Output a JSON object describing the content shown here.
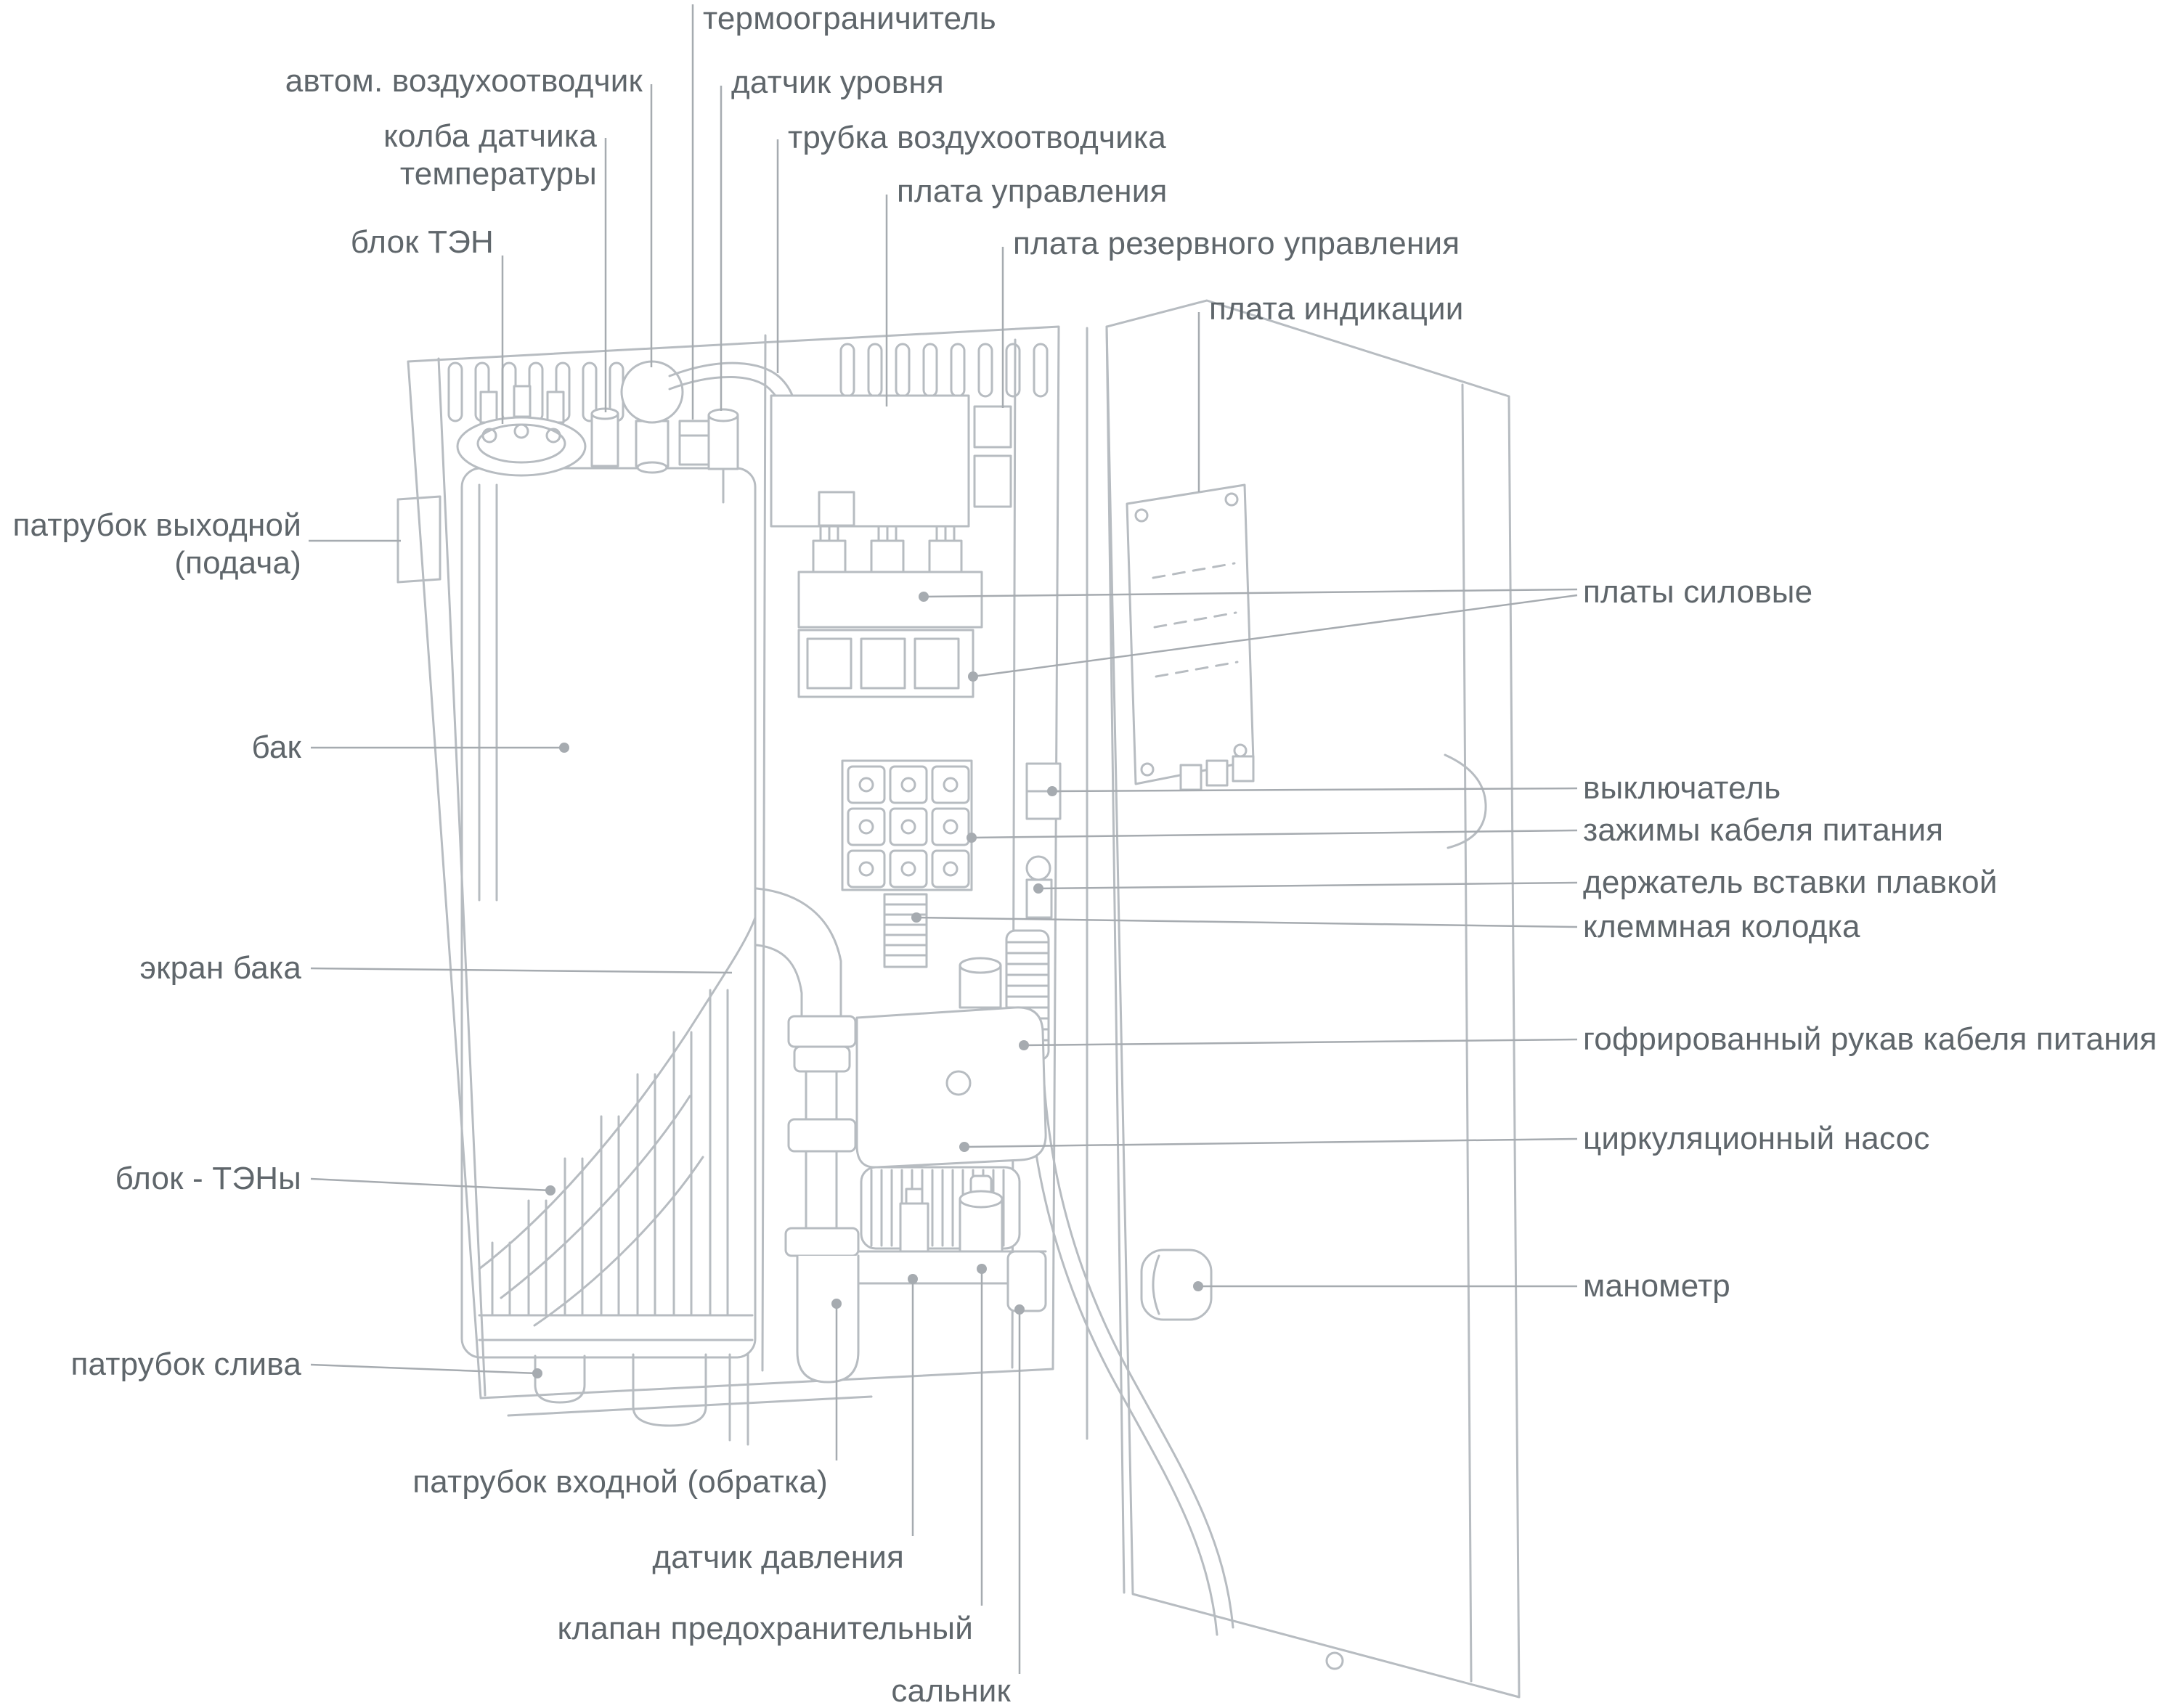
{
  "colors": {
    "background": "#ffffff",
    "art_line": "#b7bcc1",
    "leader_line": "#a6abb0",
    "label_text": "#5f666b"
  },
  "diagram": {
    "type": "technical-diagram",
    "labels": {
      "thermal_limiter": "термоограничитель",
      "auto_air_vent": "автом. воздухоотводчик",
      "level_sensor": "датчик уровня",
      "temp_sensor_bulb_line1": "колба датчика",
      "temp_sensor_bulb_line2": "температуры",
      "air_vent_tube": "трубка воздухоотводчика",
      "heating_unit_block": "блок ТЭН",
      "control_board": "плата управления",
      "backup_control_board": "плата резервного управления",
      "indication_board": "плата индикации",
      "outlet_pipe_line1": "патрубок выходной",
      "outlet_pipe_line2": "(подача)",
      "tank": "бак",
      "tank_screen": "экран бака",
      "heating_elements": "блок - ТЭНы",
      "drain_pipe": "патрубок слива",
      "power_boards": "платы силовые",
      "switch": "выключатель",
      "cable_clamps": "зажимы кабеля питания",
      "fuse_holder": "держатель вставки плавкой",
      "terminal_block": "клеммная колодка",
      "corrugated_sleeve": "гофрированный рукав кабеля питания",
      "circulation_pump": "циркуляционный насос",
      "pressure_gauge": "манометр",
      "inlet_pipe": "патрубок входной (обратка)",
      "pressure_sensor": "датчик давления",
      "safety_valve": "клапан предохранительный",
      "gland": "сальник"
    }
  }
}
